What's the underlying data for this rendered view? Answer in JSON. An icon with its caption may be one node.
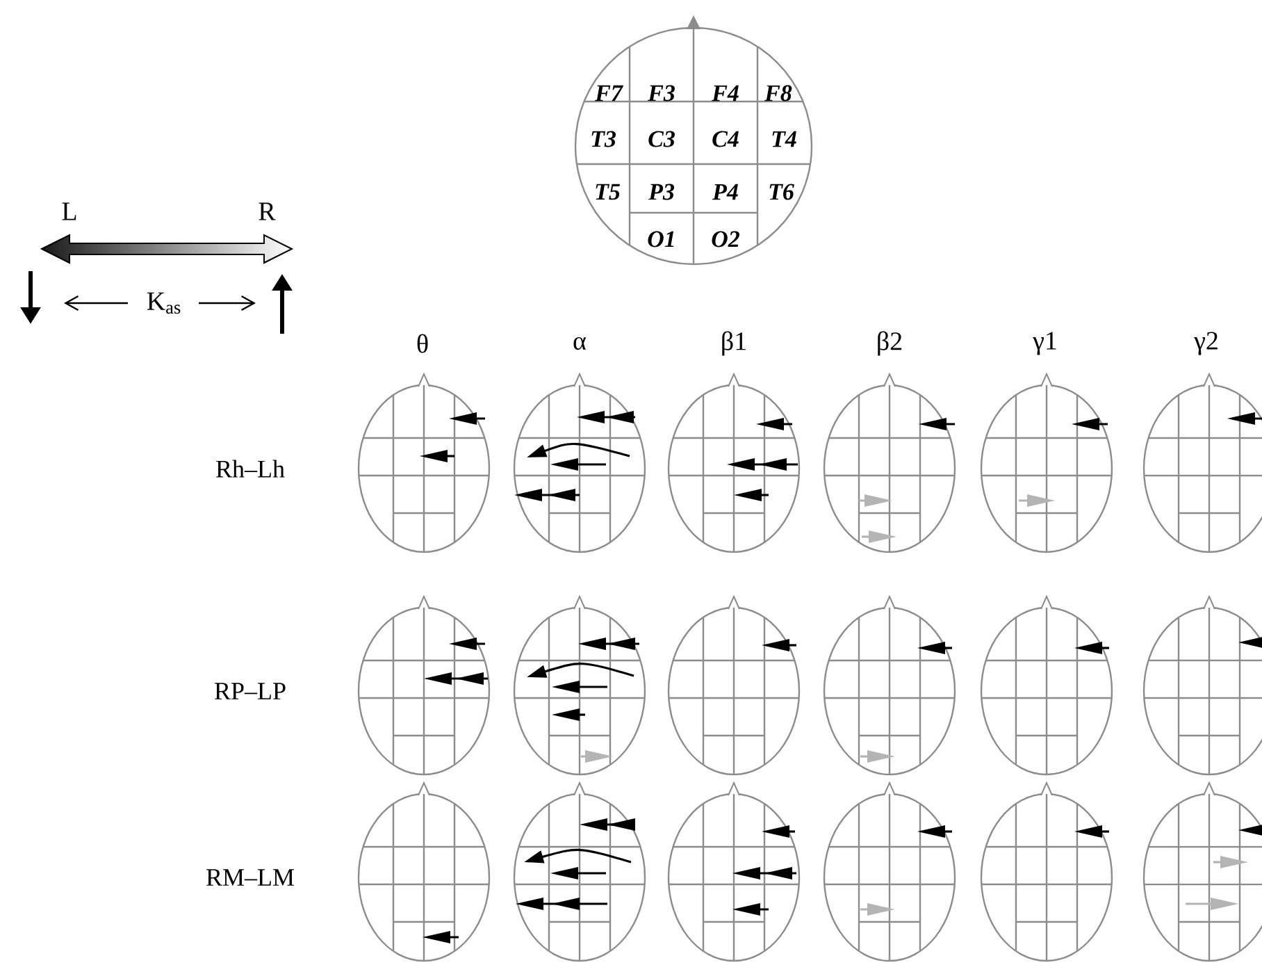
{
  "diagram": {
    "labels": [
      "F7",
      "F3",
      "F4",
      "F8",
      "T3",
      "C3",
      "C4",
      "T4",
      "T5",
      "P3",
      "P4",
      "T6",
      "O1",
      "O2",
      "L",
      "R",
      "K$_{as}$",
      "θ",
      "α",
      "β1",
      "β2",
      "γ1",
      "γ2",
      "Rh–Lh",
      "RP–LP",
      "RM–LM"
    ]
  }
}
